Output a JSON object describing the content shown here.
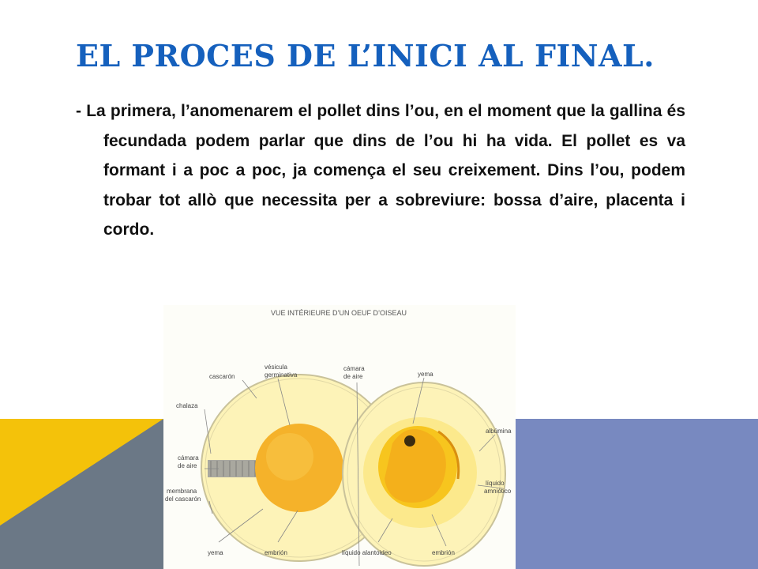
{
  "slide": {
    "title": "EL PROCES DE L’INICI AL FINAL.",
    "paragraph": "- La primera, l’anomenarem el pollet dins l’ou, en el moment que la gallina és fecundada podem parlar que dins de l’ou hi ha vida. El pollet es va formant i a poc a poc, ja comença el seu creixement. Dins l’ou, podem trobar tot allò que necessita per a sobreviure: bossa d’aire, placenta i cordo."
  },
  "figure": {
    "title": "VUE INTÉRIEURE D’UN OEUF D’OISEAU",
    "labels": {
      "cascaron": "cascarón",
      "vesicula_1": "vésicula",
      "vesicula_2": "germinativa",
      "camara_right_1": "cámara",
      "camara_right_2": "de aire",
      "yema_right": "yema",
      "chalaza": "chalaza",
      "camara_left_1": "cámara",
      "camara_left_2": "de aire",
      "membrana_1": "membrana",
      "membrana_2": "del cascarón",
      "albumina": "albúmina",
      "liquido_amniotico_1": "líquido",
      "liquido_amniotico_2": "amniótico",
      "yema_left": "yema",
      "embrion_left": "embrión",
      "liquido_alantoideo": "líquido alantoideo",
      "embrion_right": "embrión"
    }
  },
  "colors": {
    "title": "#1560BD",
    "yellow_triangle": "#F4C20A",
    "gray_shape": "#6B7886",
    "blue_shape": "#7889C0",
    "yolk": "#F5B22A",
    "albumen": "#FDF3B8"
  }
}
